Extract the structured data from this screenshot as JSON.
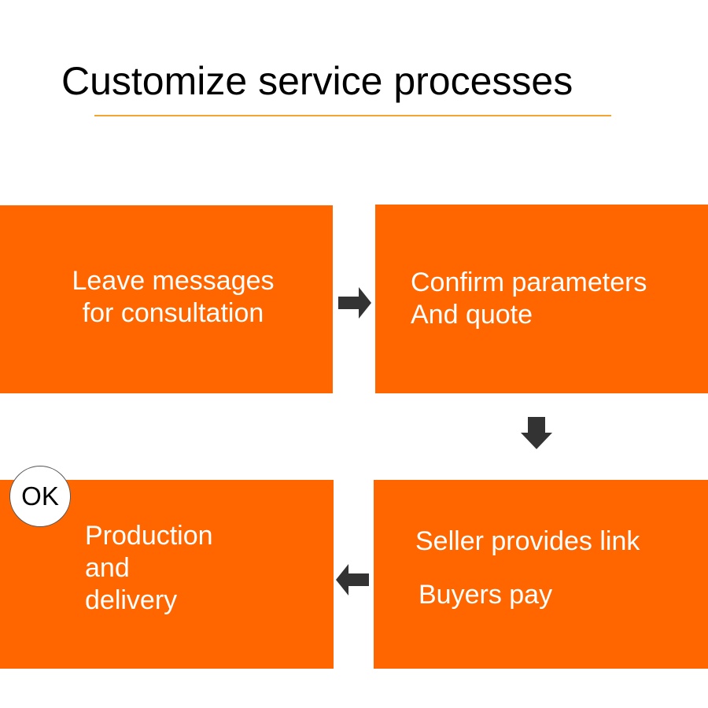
{
  "title": "Customize service processes",
  "colors": {
    "box_fill": "#FF6600",
    "box_text": "#FFFFFF",
    "underline": "#F3A531",
    "arrow": "#333333",
    "title_text": "#000000"
  },
  "steps": [
    {
      "lines": [
        "Leave messages",
        "for consultation"
      ]
    },
    {
      "lines": [
        "Confirm parameters",
        "And quote"
      ]
    },
    {
      "lines": [
        "Seller provides link",
        "Buyers pay"
      ]
    },
    {
      "lines": [
        "Production",
        "and",
        "delivery"
      ]
    }
  ],
  "badge": {
    "label": "OK"
  },
  "arrows": [
    {
      "from": "step-1",
      "to": "step-2",
      "direction": "right"
    },
    {
      "from": "step-2",
      "to": "step-3",
      "direction": "down"
    },
    {
      "from": "step-3",
      "to": "step-4",
      "direction": "left"
    }
  ]
}
